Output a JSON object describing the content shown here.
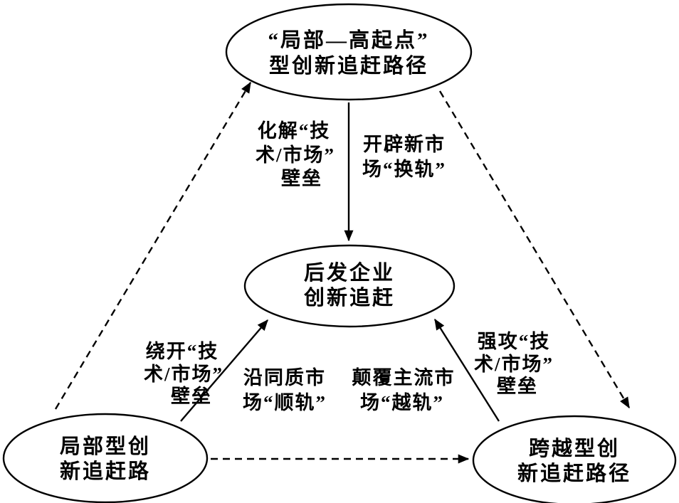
{
  "diagram": {
    "nodes": {
      "top": {
        "line1": "“局部—高起点”",
        "line2": "型创新追赶路径"
      },
      "center": {
        "line1": "后发企业",
        "line2": "创新追赶"
      },
      "bottom_left": {
        "line1": "局部型创",
        "line2": "新追赶路"
      },
      "bottom_right": {
        "line1": "跨越型创",
        "line2": "新追赶路径"
      }
    },
    "edge_labels": {
      "dissolve_barrier": {
        "line1": "化解“技",
        "line2": "术/市场”",
        "line3": "壁垒"
      },
      "open_new_market": {
        "line1": "开辟新市",
        "line2": "场“换轨”"
      },
      "bypass_barrier": {
        "line1": "绕开“技",
        "line2": "术/市场”",
        "line3": "壁垒"
      },
      "follow_same_track": {
        "line1": "沿同质市",
        "line2": "场“顺轨”"
      },
      "disrupt_mainstream": {
        "line1": "颠覆主流市",
        "line2": "场“越轨”"
      },
      "assault_barrier": {
        "line1": "强攻“技",
        "line2": "术/市场”",
        "line3": "壁垒"
      }
    },
    "colors": {
      "stroke": "#000000",
      "background": "#ffffff",
      "text": "#000000"
    }
  }
}
